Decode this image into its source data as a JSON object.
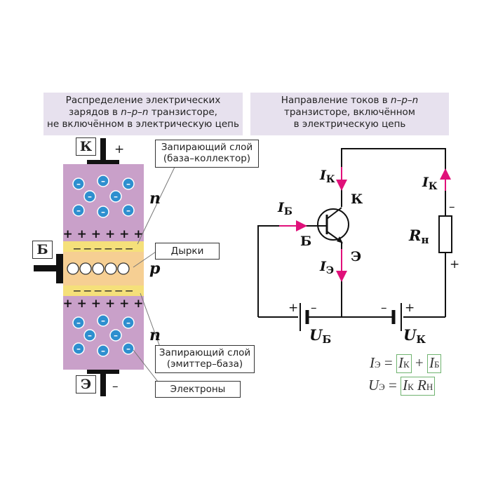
{
  "left_header": {
    "line1": "Распределение электрических",
    "line2_pre": "зарядов в ",
    "line2_it": "n–p–n",
    "line2_post": " транзисторе,",
    "line3": "не включённом в электрическую цепь"
  },
  "right_header": {
    "line1_pre": "Направление токов в ",
    "line1_it": "n–p–n",
    "line2": "транзисторе, включённом",
    "line3": "в электрическую цепь"
  },
  "left_diagram": {
    "terminal_collector": "К",
    "terminal_base": "Б",
    "terminal_emitter": "Э",
    "plus": "+",
    "minus": "–",
    "region_top": "n",
    "region_mid": "p",
    "region_bottom": "n",
    "electron_sign": "–",
    "plus_row": "+ + + + + +",
    "minus_row": "— — — — — —",
    "callouts": {
      "barrier_bc_1": "Запирающий слой",
      "barrier_bc_2": "(база–коллектор)",
      "holes": "Дырки",
      "barrier_eb_1": "Запирающий слой",
      "barrier_eb_2": "(эмиттер–база)",
      "electrons": "Электроны"
    }
  },
  "circuit": {
    "I_K_left": "I",
    "I_K_left_sub": "К",
    "I_K_right": "I",
    "I_K_right_sub": "К",
    "I_B": "I",
    "I_B_sub": "Б",
    "I_E": "I",
    "I_E_sub": "Э",
    "label_K": "К",
    "label_B": "Б",
    "label_E": "Э",
    "R": "R",
    "R_sub": "н",
    "U_B": "U",
    "U_B_sub": "Б",
    "U_K": "U",
    "U_K_sub": "К",
    "plus": "+",
    "minus": "–"
  },
  "formulas": {
    "f1_lhs": "I",
    "f1_lhs_sub": "Э",
    "eq": "=",
    "f1_t1": "I",
    "f1_t1_sub": "К",
    "plus": "+",
    "f1_t2": "I",
    "f1_t2_sub": "Б",
    "f2_lhs": "U",
    "f2_lhs_sub": "Э",
    "f2_t1": "I",
    "f2_t1_sub": "К",
    "f2_t2": "R",
    "f2_t2_sub": "Н"
  },
  "colors": {
    "header_bg": "#e7e1ee",
    "n_region": "#c9a0c9",
    "p_region": "#f6cf93",
    "depletion": "#f5e07a",
    "electron": "#2e8fcf",
    "arrow": "#e0107a",
    "formula_box": "#6fb36f"
  }
}
